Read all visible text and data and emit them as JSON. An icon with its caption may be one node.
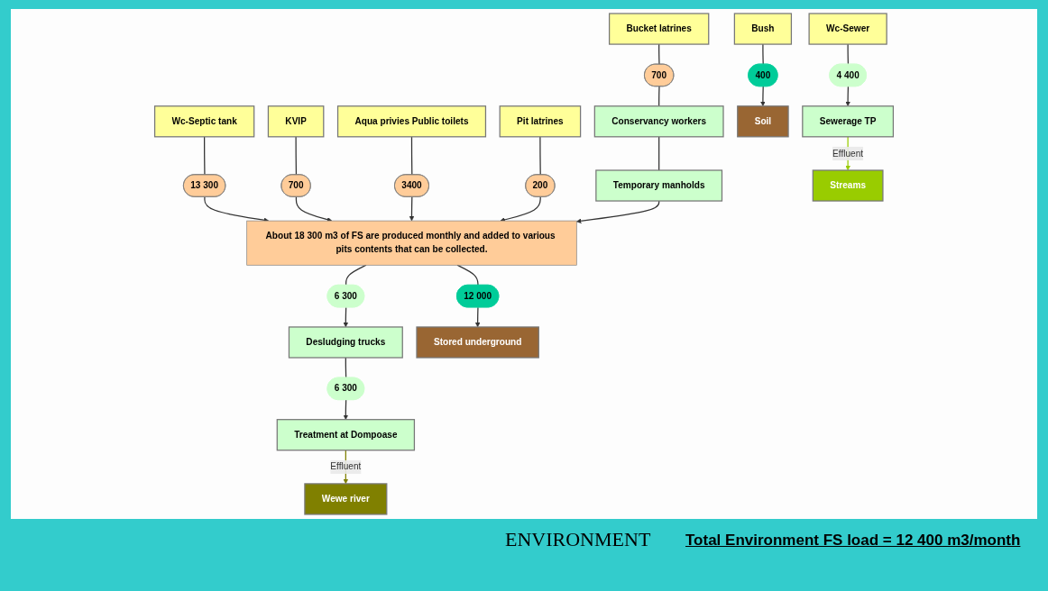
{
  "diagram": {
    "nodes": [
      {
        "text": [
          "Wc-Sewer"
        ]
      },
      {
        "text": [
          "Wc-Septic tank"
        ]
      },
      {
        "text": [
          "KVIP"
        ]
      },
      {
        "text": [
          "Aqua privies Public toilets"
        ]
      },
      {
        "text": [
          "Pit latrines"
        ]
      },
      {
        "text": [
          "Bucket latrines"
        ]
      },
      {
        "text": [
          "Bush"
        ]
      },
      {
        "text": [
          "700"
        ]
      },
      {
        "text": [
          "Conservancy workers"
        ]
      },
      {
        "text": [
          "Temporary manholds"
        ]
      },
      {
        "text": [
          "13 300"
        ]
      },
      {
        "text": [
          "700"
        ]
      },
      {
        "text": [
          "3400"
        ]
      },
      {
        "text": [
          "200"
        ]
      },
      {
        "text": [
          "400"
        ]
      },
      {
        "text": [
          "4 400"
        ]
      },
      {
        "text": [
          "About 18 300 m3 of FS are produced monthly and added to various pits contents that can be collected."
        ]
      },
      {
        "text": [
          "Soil"
        ]
      },
      {
        "text": [
          "6 300"
        ]
      },
      {
        "text": [
          "12 000"
        ]
      },
      {
        "text": [
          "Desludging trucks"
        ]
      },
      {
        "text": [
          "Stored underground"
        ]
      },
      {
        "text": [
          "6 300"
        ]
      },
      {
        "text": [
          "Sewerage TP"
        ]
      },
      {
        "text": [
          "Treatment at Dompoase"
        ]
      },
      {
        "text": [
          "Streams"
        ]
      },
      {
        "text": [
          "Wewe river"
        ]
      }
    ],
    "edges": [
      {
        "from": 0,
        "to": 15,
        "arrow": "none"
      },
      {
        "from": 15,
        "to": 23,
        "arrow": "to"
      },
      {
        "from": 1,
        "to": 10,
        "arrow": "none"
      },
      {
        "from": 10,
        "to": 16,
        "arrow": "to"
      },
      {
        "from": 2,
        "to": 11,
        "arrow": "none"
      },
      {
        "from": 11,
        "to": 16,
        "arrow": "to"
      },
      {
        "from": 3,
        "to": 12,
        "arrow": "none"
      },
      {
        "from": 12,
        "to": 16,
        "arrow": "to"
      },
      {
        "from": 4,
        "to": 13,
        "arrow": "none"
      },
      {
        "from": 13,
        "to": 16,
        "arrow": "to"
      },
      {
        "from": 5,
        "to": 7,
        "arrow": "none"
      },
      {
        "from": 7,
        "to": 8,
        "arrow": "none"
      },
      {
        "from": 8,
        "to": 9,
        "arrow": "none"
      },
      {
        "from": 9,
        "to": 16,
        "arrow": "to"
      },
      {
        "from": 6,
        "to": 14,
        "arrow": "none"
      },
      {
        "from": 14,
        "to": 17,
        "arrow": "to"
      },
      {
        "from": 16,
        "to": 18,
        "arrow": "none"
      },
      {
        "from": 18,
        "to": 20,
        "arrow": "to"
      },
      {
        "from": 16,
        "to": 19,
        "arrow": "none"
      },
      {
        "from": 19,
        "to": 21,
        "arrow": "to"
      },
      {
        "from": 20,
        "to": 22,
        "arrow": "none"
      },
      {
        "from": 22,
        "to": 24,
        "arrow": "to"
      },
      {
        "from": 23,
        "to": 25,
        "arrow": "to",
        "label": "Effluent",
        "color": "#99cc00"
      },
      {
        "from": 24,
        "to": 26,
        "arrow": "to",
        "label": "Effluent",
        "color": "#808000"
      }
    ],
    "labels": [
      "ENVIRONMENT",
      "Total Environment FS load = 12 400 m3/month"
    ]
  }
}
